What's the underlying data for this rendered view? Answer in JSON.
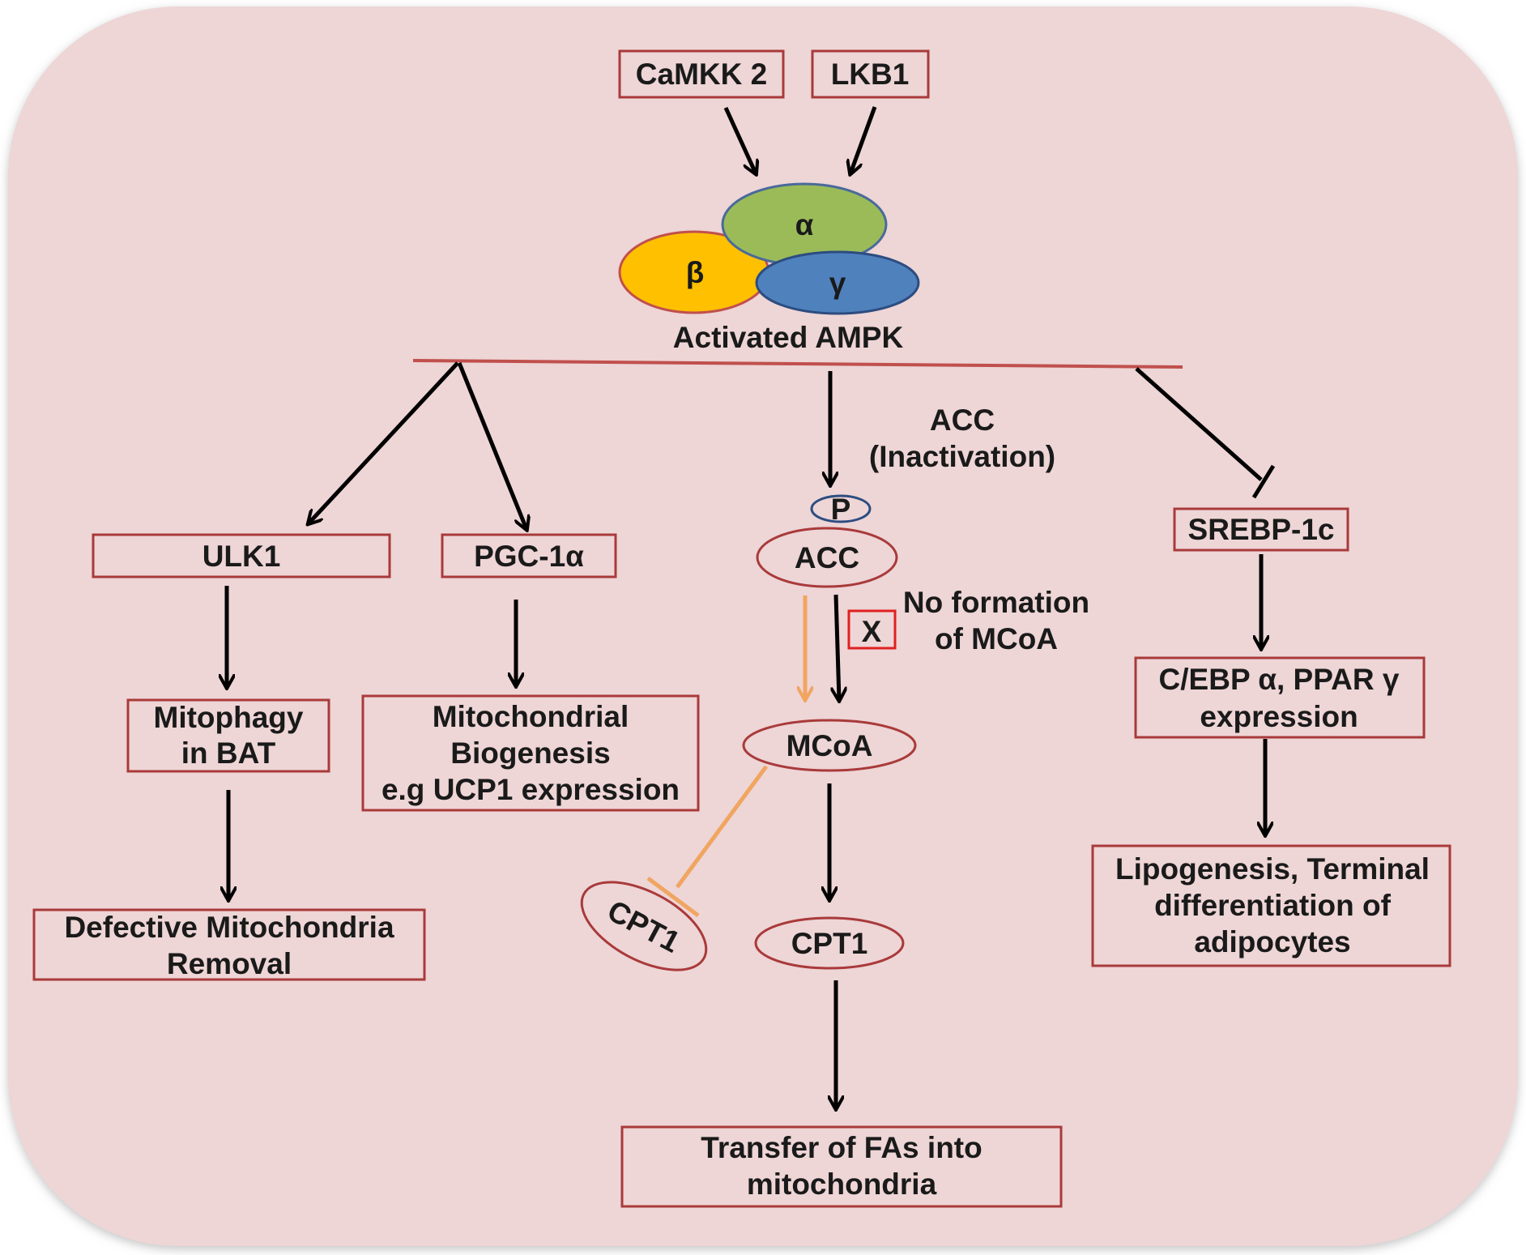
{
  "nodes": {
    "camkk2": "CaMKK 2",
    "lkb1": "LKB1",
    "ampk_alpha": "α",
    "ampk_beta": "β",
    "ampk_gamma": "γ",
    "ampk_label": "Activated AMPK",
    "acc_note_line1": "ACC",
    "acc_note_line2": "(Inactivation)",
    "phospho": "P",
    "acc": "ACC",
    "no_formation_line1": "No formation",
    "no_formation_line2": "of MCoA",
    "x_mark": "X",
    "mcoa": "MCoA",
    "cpt1_inhibited": "CPT1",
    "cpt1": "CPT1",
    "transfer_line1": "Transfer of FAs into",
    "transfer_line2": "mitochondria",
    "ulk1": "ULK1",
    "mitophagy_line1": "Mitophagy",
    "mitophagy_line2": "in BAT",
    "defective_line1": "Defective Mitochondria",
    "defective_line2": "Removal",
    "pgc1a": "PGC-1α",
    "biogenesis_line1": "Mitochondrial",
    "biogenesis_line2": "Biogenesis",
    "biogenesis_line3": "e.g UCP1 expression",
    "srebp": "SREBP-1c",
    "cebp_line1": "C/EBP α, PPAR γ",
    "cebp_line2": "expression",
    "lipo_line1": "Lipogenesis, Terminal",
    "lipo_line2": "differentiation of",
    "lipo_line3": "adipocytes"
  },
  "colors": {
    "background": "#eed5d6",
    "box_border": "#a93a3a",
    "alpha_fill": "#9bbb59",
    "beta_fill": "#ffc000",
    "gamma_fill": "#4f81bd",
    "orange_path": "#f0a560",
    "x_border": "#e02020"
  }
}
